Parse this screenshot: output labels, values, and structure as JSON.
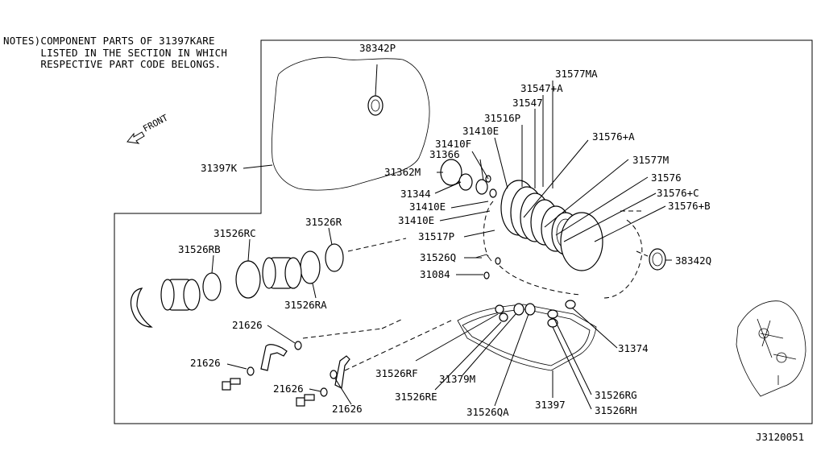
{
  "notes": {
    "line1": "NOTES)COMPONENT PARTS OF 31397KARE",
    "line2": "LISTED IN THE SECTION IN WHICH",
    "line3": "RESPECTIVE PART CODE BELONGS."
  },
  "front_label": "FRONT",
  "diagram_id": "J3120051",
  "parts": {
    "p38342P": "38342P",
    "p31397K": "31397K",
    "p31577MA": "31577MA",
    "p31547A": "31547+A",
    "p31547": "31547",
    "p31516P": "31516P",
    "p31410E_a": "31410E",
    "p31410F": "31410F",
    "p31366": "31366",
    "p31362M": "31362M",
    "p31344": "31344",
    "p31410E_b": "31410E",
    "p31410E_c": "31410E",
    "p31517P": "31517P",
    "p31526Q": "31526Q",
    "p31084": "31084",
    "p31576A": "31576+A",
    "p31577M": "31577M",
    "p31576": "31576",
    "p31576C": "31576+C",
    "p31576B": "31576+B",
    "p38342Q": "38342Q",
    "p31526RC": "31526RC",
    "p31526R": "31526R",
    "p31526RB": "31526RB",
    "p31526RA": "31526RA",
    "p21626_a": "21626",
    "p21626_b": "21626",
    "p21626_c": "21626",
    "p21626_d": "21626",
    "p31374": "31374",
    "p31526RF": "31526RF",
    "p31379M": "31379M",
    "p31526RE": "31526RE",
    "p31526QA": "31526QA",
    "p31397": "31397",
    "p31526RG": "31526RG",
    "p31526RH": "31526RH"
  }
}
